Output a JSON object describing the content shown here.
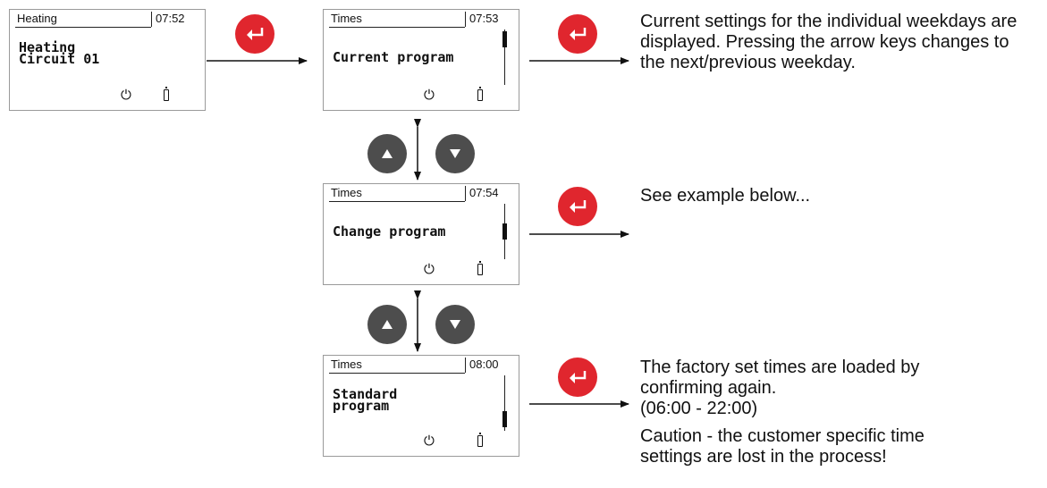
{
  "screens": [
    {
      "title": "Heating",
      "time": "07:52",
      "lines": [
        "Heating",
        "Circuit 01"
      ]
    },
    {
      "title": "Times",
      "time": "07:53",
      "lines": [
        "Current program"
      ]
    },
    {
      "title": "Times",
      "time": "07:54",
      "lines": [
        "Change program"
      ]
    },
    {
      "title": "Times",
      "time": "08:00",
      "lines": [
        "Standard",
        "program"
      ]
    }
  ],
  "icons": {
    "enter": "enter-icon",
    "up": "arrow-up-icon",
    "down": "arrow-down-icon",
    "power": "power-icon",
    "battery": "battery-icon"
  },
  "descriptions": {
    "current": "Current settings for the individual weekdays are displayed. Pressing the arrow keys changes to the next/previous weekday.",
    "change": "See example below...",
    "standard_1": "The factory set times are loaded by confirming again.",
    "standard_2": "(06:00 - 22:00)",
    "standard_3": "Caution - the customer specific time settings are lost in the process!"
  },
  "colors": {
    "enter_button": "#e0262e",
    "arrow_button": "#4d4d4d"
  }
}
